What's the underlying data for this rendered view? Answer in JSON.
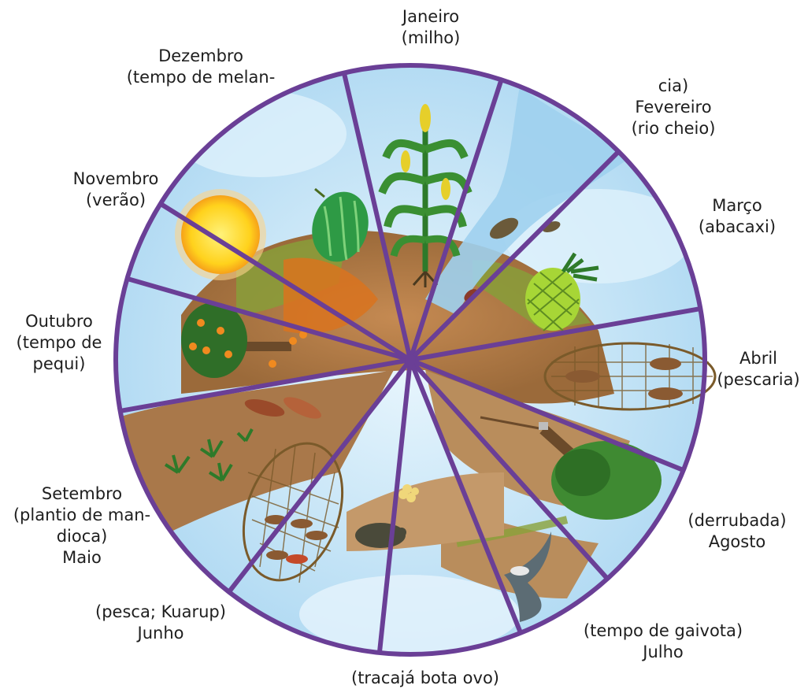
{
  "colors": {
    "rim": "#6a3f96",
    "sky": "#bfe3f6",
    "soil": "#a9784a",
    "ground": "#8b6a3c",
    "grass": "#8aa13a"
  },
  "labels": {
    "jan": [
      "Janeiro",
      "(milho)"
    ],
    "dec": [
      "Dezembro",
      "(tempo de melan-"
    ],
    "feb": [
      "cia)",
      "Fevereiro",
      "(rio cheio)"
    ],
    "nov": [
      "Novembro",
      "(verão)"
    ],
    "mar": [
      "Março",
      "(abacaxi)"
    ],
    "oct": [
      "Outubro",
      "(tempo de",
      "pequi)"
    ],
    "apr": [
      "Abril",
      "(pescaria)"
    ],
    "sep": [
      "Setembro",
      "(plantio de man-",
      "dioca)",
      "Maio"
    ],
    "aug": [
      "(derrubada)",
      "Agosto"
    ],
    "jun": [
      "(pesca; Kuarup)",
      "Junho"
    ],
    "jul": [
      "(tempo de gaivota)",
      "Julho"
    ],
    "bottom": [
      "(tracajá bota ovo)"
    ]
  },
  "scenes": {
    "jan": "corn-plant-icon",
    "feb": "river-fish-icon",
    "mar": "pineapple-icon",
    "apr": "fishing-net-icon",
    "aug": "felled-tree-icon",
    "jul": "seagull-icon",
    "bottom": "turtle-eggs-icon",
    "jun": "fish-trap-icon",
    "sep": "cassava-field-icon",
    "oct": "pequi-tree-icon",
    "nov": "sun-icon",
    "dec": "watermelon-icon"
  }
}
